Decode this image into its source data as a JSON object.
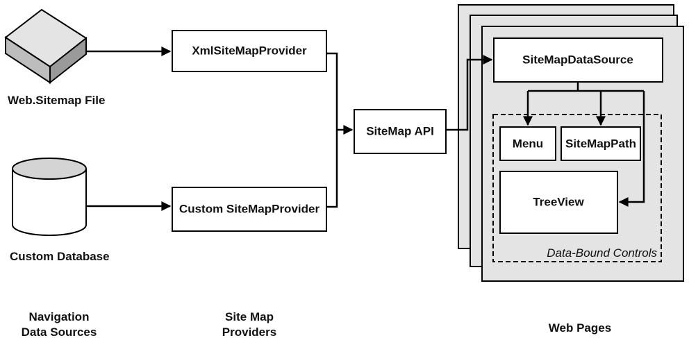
{
  "sources": {
    "sitemap_file": "Web.Sitemap File",
    "custom_database": "Custom Database"
  },
  "providers": {
    "xml": "XmlSiteMapProvider",
    "custom": "Custom SiteMapProvider"
  },
  "api": "SiteMap API",
  "web_page": {
    "data_source": "SiteMapDataSource",
    "controls_group_label": "Data-Bound Controls",
    "controls": {
      "menu": "Menu",
      "sitemappath": "SiteMapPath",
      "treeview": "TreeView"
    }
  },
  "columns": {
    "sources_line1": "Navigation",
    "sources_line2": "Data Sources",
    "providers_line1": "Site Map",
    "providers_line2": "Providers",
    "pages": "Web Pages"
  },
  "colors": {
    "page_fill": "#e4e4e4",
    "stroke": "#000000"
  }
}
